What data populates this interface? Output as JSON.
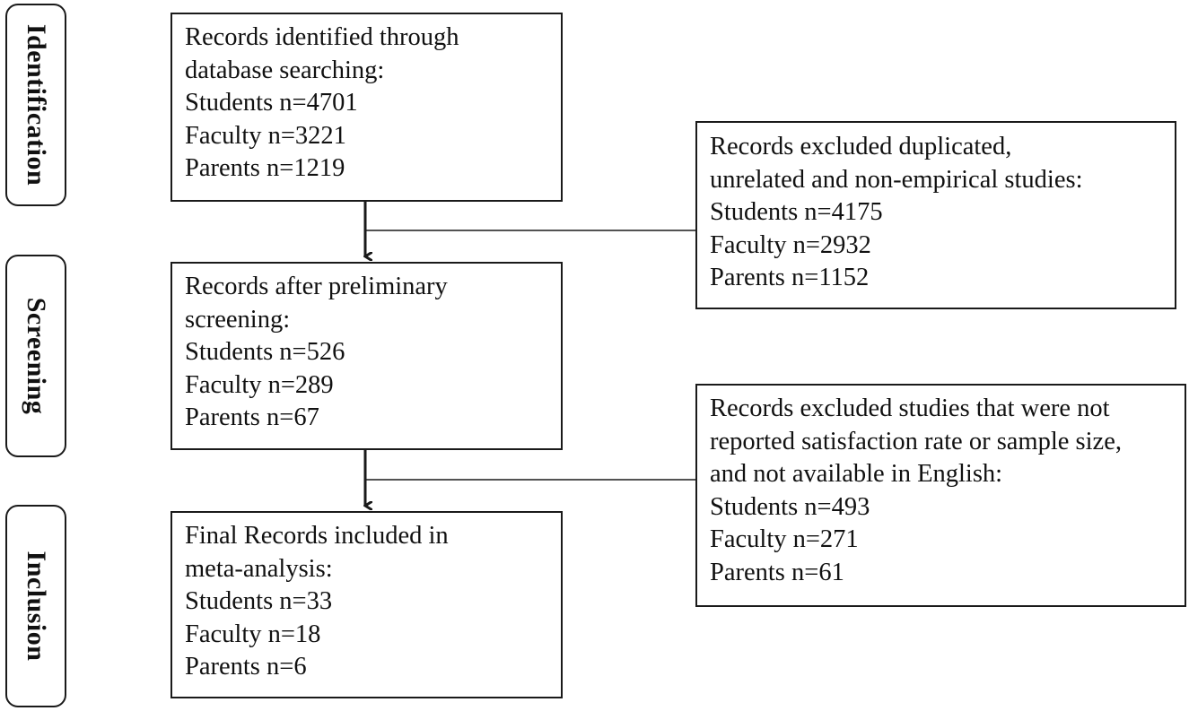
{
  "stages": {
    "identification": "Identification",
    "screening": "Screening",
    "inclusion": "Inclusion"
  },
  "identified": {
    "lines": [
      "Records identified through",
      "database searching:",
      "Students n=4701",
      "Faculty n=3221",
      "Parents n=1219"
    ]
  },
  "excluded_1": {
    "lines": [
      "Records excluded duplicated,",
      "unrelated and non-empirical studies:",
      "Students n=4175",
      "Faculty n=2932",
      "Parents n=1152"
    ]
  },
  "screened": {
    "lines": [
      "Records after preliminary",
      "screening:",
      "Students n=526",
      "Faculty n=289",
      "Parents n=67"
    ]
  },
  "excluded_2": {
    "lines": [
      "Records excluded studies that were not",
      "reported satisfaction rate or sample size,",
      "and not available in English:",
      "Students n=493",
      "Faculty n=271",
      "Parents n=61"
    ]
  },
  "included": {
    "lines": [
      "Final Records included in",
      "meta-analysis:",
      "Students n=33",
      "Faculty n=18",
      "Parents n=6"
    ]
  }
}
